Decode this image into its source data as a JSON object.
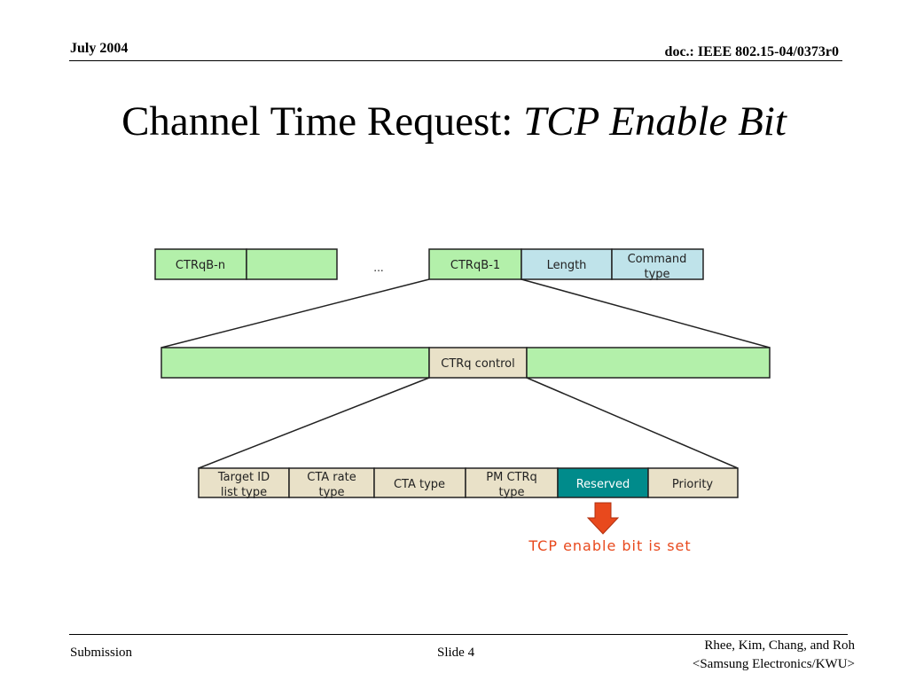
{
  "header": {
    "date": "July 2004",
    "doc": "doc.: IEEE 802.15-04/0373r0"
  },
  "title": {
    "main": "Channel Time Request: ",
    "emphasis": "TCP Enable Bit"
  },
  "diagram": {
    "row1": {
      "left_block": "CTRqB-n",
      "ellipsis": "...",
      "block1": "CTRqB-1",
      "length": "Length",
      "command_type_line1": "Command",
      "command_type_line2": "type"
    },
    "row2": {
      "center": "CTRq control"
    },
    "row3": {
      "cells": [
        {
          "line1": "Target ID",
          "line2": "list type"
        },
        {
          "line1": "CTA rate",
          "line2": "type"
        },
        {
          "line1": "CTA type",
          "line2": ""
        },
        {
          "line1": "PM CTRq",
          "line2": "type"
        },
        {
          "line1": "Reserved",
          "line2": ""
        },
        {
          "line1": "Priority",
          "line2": ""
        }
      ]
    },
    "annotation": "TCP enable bit is set",
    "colors": {
      "green": "#b3f0aa",
      "blue": "#bfe3ea",
      "tan": "#e9e1c8",
      "teal": "#008b8b",
      "red": "#e8491d"
    }
  },
  "footer": {
    "left": "Submission",
    "center": "Slide 4",
    "right_line1": "Rhee, Kim, Chang, and Roh",
    "right_line2": "<Samsung Electronics/KWU>"
  }
}
